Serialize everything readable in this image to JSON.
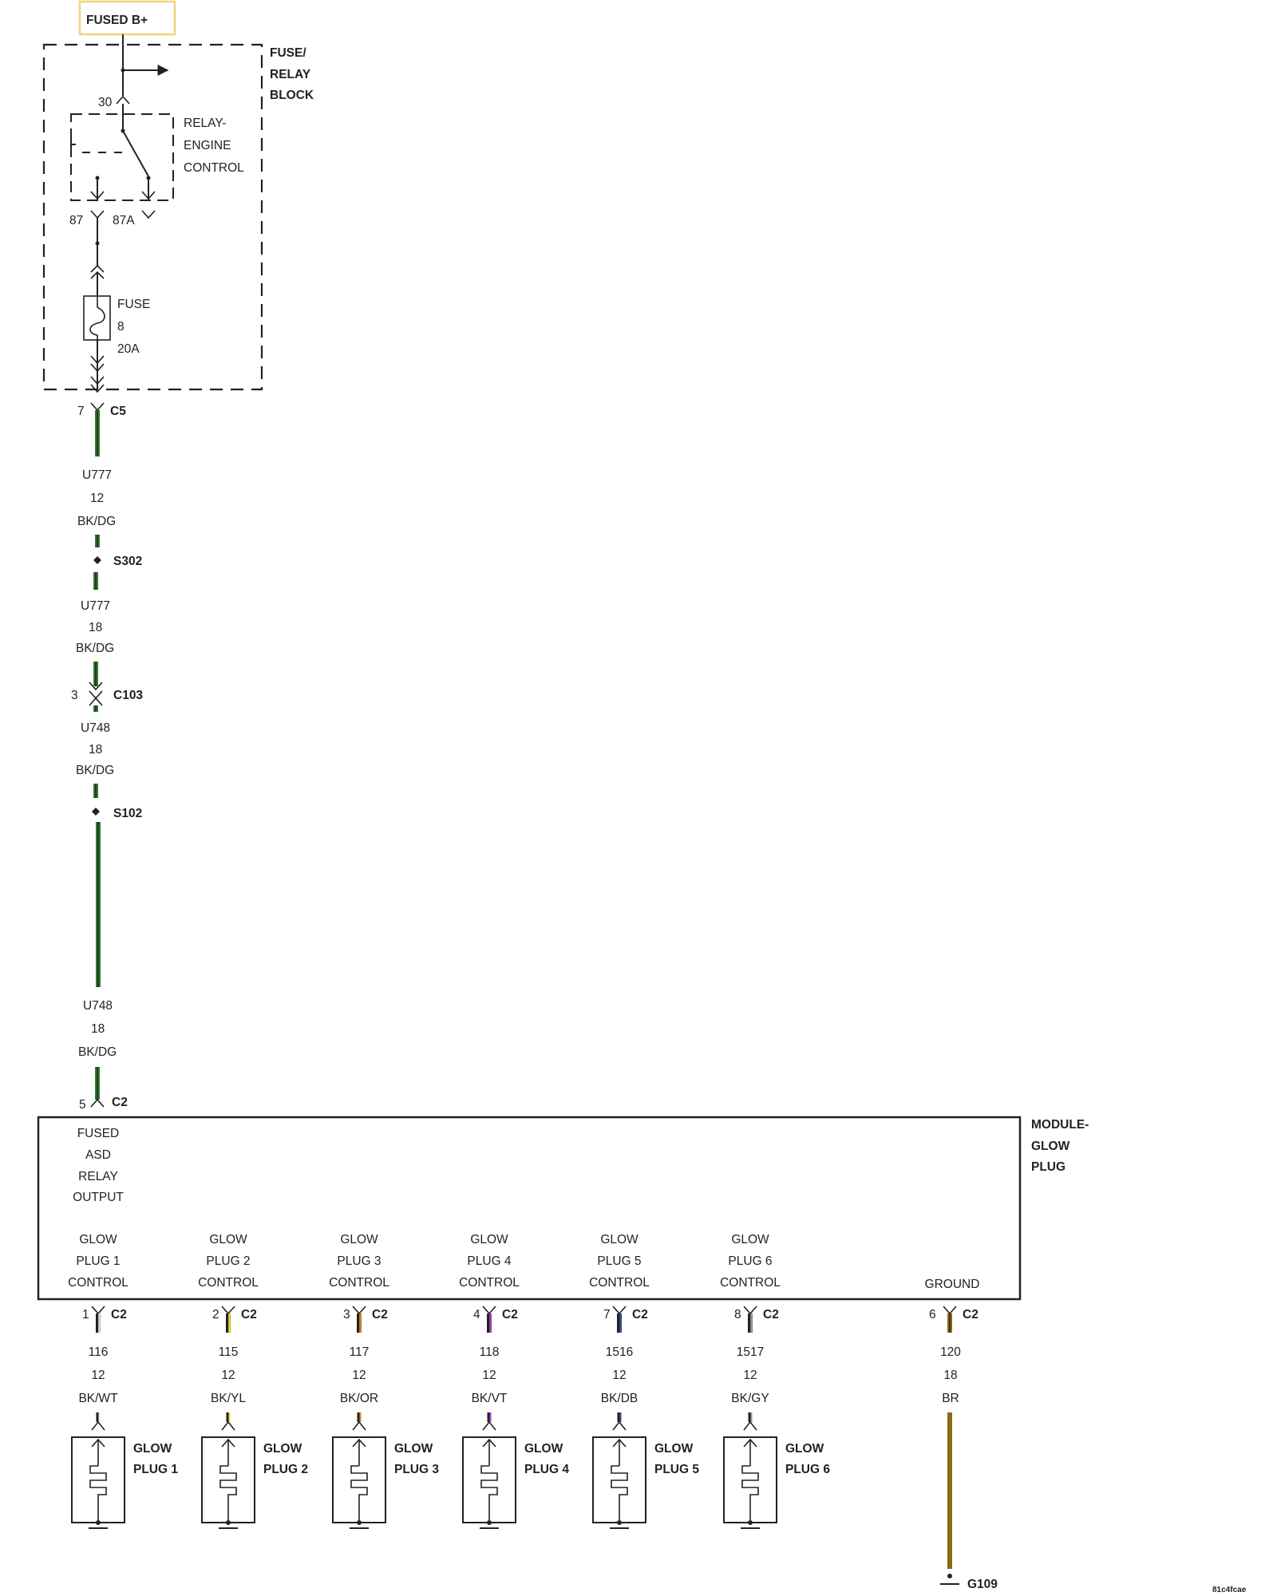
{
  "source": {
    "label": "FUSED B+",
    "border_color": "#f3d27a"
  },
  "fuse_relay_block": {
    "title_line1": "FUSE/",
    "title_line2": "RELAY",
    "title_line3": "BLOCK"
  },
  "relay": {
    "name_line1": "RELAY-",
    "name_line2": "ENGINE",
    "name_line3": "CONTROL",
    "pin_30": "30",
    "pin_87": "87",
    "pin_87a": "87A"
  },
  "fuse": {
    "label": "FUSE",
    "number": "8",
    "rating": "20A"
  },
  "connectors": {
    "c5": {
      "pin": "7",
      "name": "C5"
    },
    "c103": {
      "pin": "3",
      "name": "C103"
    },
    "c2_input": {
      "pin": "5",
      "name": "C2"
    }
  },
  "splices": {
    "s302": {
      "name": "S302"
    },
    "s102": {
      "name": "S102"
    }
  },
  "wires": {
    "w1": {
      "circuit": "U777",
      "gauge": "12",
      "color": "BK/DG"
    },
    "w2": {
      "circuit": "U777",
      "gauge": "18",
      "color": "BK/DG"
    },
    "w3": {
      "circuit": "U748",
      "gauge": "18",
      "color": "BK/DG"
    },
    "w4": {
      "circuit": "U748",
      "gauge": "18",
      "color": "BK/DG"
    }
  },
  "wire_colors": {
    "black": "#222222",
    "dark_green": "#2f7a2f",
    "white": "#e8e8e8",
    "yellow": "#f1e02c",
    "orange": "#e38a25",
    "violet": "#b53ec9",
    "dark_blue": "#35508f",
    "gray": "#9a9a9a",
    "brown": "#8a6a12"
  },
  "module": {
    "title_line1": "MODULE-",
    "title_line2": "GLOW",
    "title_line3": "PLUG",
    "input_line1": "FUSED",
    "input_line2": "ASD",
    "input_line3": "RELAY",
    "input_line4": "OUTPUT",
    "ground_label": "GROUND"
  },
  "outputs": [
    {
      "name_line1": "GLOW",
      "name_line2": "PLUG 1",
      "name_line3": "CONTROL",
      "pin": "1",
      "connector": "C2",
      "circuit": "116",
      "gauge": "12",
      "color": "BK/WT",
      "stripe_color": "#e8e8e8",
      "load_line1": "GLOW",
      "load_line2": "PLUG 1"
    },
    {
      "name_line1": "GLOW",
      "name_line2": "PLUG 2",
      "name_line3": "CONTROL",
      "pin": "2",
      "connector": "C2",
      "circuit": "115",
      "gauge": "12",
      "color": "BK/YL",
      "stripe_color": "#f1e02c",
      "load_line1": "GLOW",
      "load_line2": "PLUG 2"
    },
    {
      "name_line1": "GLOW",
      "name_line2": "PLUG 3",
      "name_line3": "CONTROL",
      "pin": "3",
      "connector": "C2",
      "circuit": "117",
      "gauge": "12",
      "color": "BK/OR",
      "stripe_color": "#e38a25",
      "load_line1": "GLOW",
      "load_line2": "PLUG 3"
    },
    {
      "name_line1": "GLOW",
      "name_line2": "PLUG 4",
      "name_line3": "CONTROL",
      "pin": "4",
      "connector": "C2",
      "circuit": "118",
      "gauge": "12",
      "color": "BK/VT",
      "stripe_color": "#b53ec9",
      "load_line1": "GLOW",
      "load_line2": "PLUG 4"
    },
    {
      "name_line1": "GLOW",
      "name_line2": "PLUG 5",
      "name_line3": "CONTROL",
      "pin": "7",
      "connector": "C2",
      "circuit": "1516",
      "gauge": "12",
      "color": "BK/DB",
      "stripe_color": "#35508f",
      "load_line1": "GLOW",
      "load_line2": "PLUG 5"
    },
    {
      "name_line1": "GLOW",
      "name_line2": "PLUG 6",
      "name_line3": "CONTROL",
      "pin": "8",
      "connector": "C2",
      "circuit": "1517",
      "gauge": "12",
      "color": "BK/GY",
      "stripe_color": "#9a9a9a",
      "load_line1": "GLOW",
      "load_line2": "PLUG 6"
    }
  ],
  "ground": {
    "pin": "6",
    "connector": "C2",
    "circuit": "120",
    "gauge": "18",
    "color": "BR",
    "point": "G109"
  },
  "footer_code": "81c4fcae"
}
